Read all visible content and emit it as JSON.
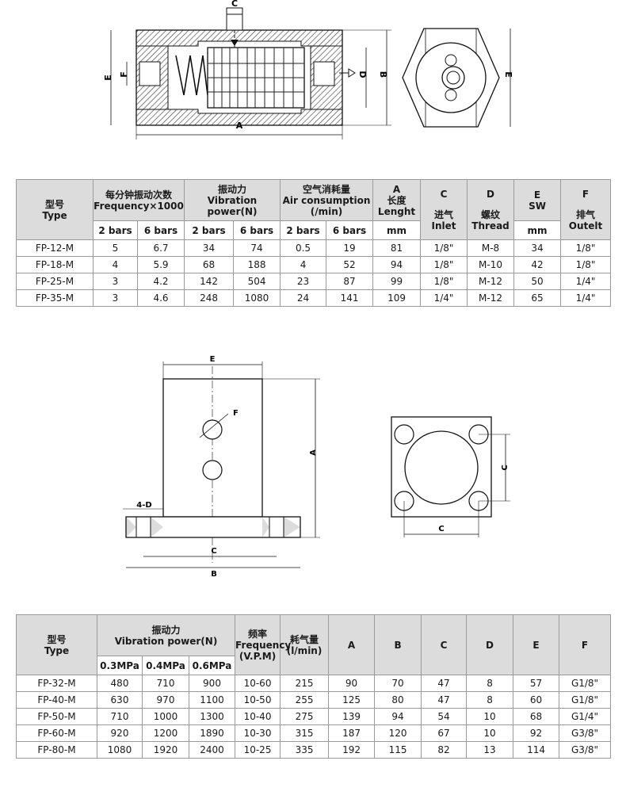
{
  "drawing1": {
    "labels": {
      "A": "A",
      "B": "B",
      "C": "C",
      "D": "D",
      "E": "E",
      "E2": "E",
      "F": "F"
    }
  },
  "table1": {
    "headers": {
      "type_cn": "型号",
      "type_en": "Type",
      "freq_cn": "每分钟振动次数",
      "freq_en": "Frequency×1000",
      "power_cn": "振动力",
      "power_en": "Vibration power(N)",
      "air_cn": "空气消耗量",
      "air_en": "Air consumption",
      "air_unit": "(/min)",
      "a_top": "A",
      "a_cn": "长度",
      "a_en": "Lenght",
      "a_unit": "mm",
      "c_top": "C",
      "c_cn": "进气",
      "c_en": "Inlet",
      "d_top": "D",
      "d_cn": "螺纹",
      "d_en": "Thread",
      "e_top": "E",
      "e_sw": "SW",
      "e_unit": "mm",
      "f_top": "F",
      "f_cn": "排气",
      "f_en": "Outelt",
      "bars2": "2 bars",
      "bars6": "6 bars"
    },
    "rows": [
      [
        "FP-12-M",
        "5",
        "6.7",
        "34",
        "74",
        "0.5",
        "19",
        "81",
        "1/8\"",
        "M-8",
        "34",
        "1/8\""
      ],
      [
        "FP-18-M",
        "4",
        "5.9",
        "68",
        "188",
        "4",
        "52",
        "94",
        "1/8\"",
        "M-10",
        "42",
        "1/8\""
      ],
      [
        "FP-25-M",
        "3",
        "4.2",
        "142",
        "504",
        "23",
        "87",
        "99",
        "1/8\"",
        "M-12",
        "50",
        "1/4\""
      ],
      [
        "FP-35-M",
        "3",
        "4.6",
        "248",
        "1080",
        "24",
        "141",
        "109",
        "1/4\"",
        "M-12",
        "65",
        "1/4\""
      ]
    ]
  },
  "drawing2": {
    "labels": {
      "E": "E",
      "F": "F",
      "A": "A",
      "D4": "4-D",
      "C": "C",
      "B": "B",
      "C2": "C",
      "C3": "C"
    }
  },
  "table2": {
    "headers": {
      "type_cn": "型号",
      "type_en": "Type",
      "power_cn": "振动力",
      "power_en": "Vibration power(N)",
      "freq_cn": "频率",
      "freq_en": "Frequency",
      "freq_unit": "(V.P.M)",
      "air_cn": "耗气量",
      "air_unit": "(l/min)",
      "a": "A",
      "b": "B",
      "c": "C",
      "d": "D",
      "e": "E",
      "f": "F",
      "p03": "0.3MPa",
      "p04": "0.4MPa",
      "p06": "0.6MPa"
    },
    "rows": [
      [
        "FP-32-M",
        "480",
        "710",
        "900",
        "10-60",
        "215",
        "90",
        "70",
        "47",
        "8",
        "57",
        "G1/8\""
      ],
      [
        "FP-40-M",
        "630",
        "970",
        "1100",
        "10-50",
        "255",
        "125",
        "80",
        "47",
        "8",
        "60",
        "G1/8\""
      ],
      [
        "FP-50-M",
        "710",
        "1000",
        "1300",
        "10-40",
        "275",
        "139",
        "94",
        "54",
        "10",
        "68",
        "G1/4\""
      ],
      [
        "FP-60-M",
        "920",
        "1200",
        "1890",
        "10-30",
        "315",
        "187",
        "120",
        "67",
        "10",
        "92",
        "G3/8\""
      ],
      [
        "FP-80-M",
        "1080",
        "1920",
        "2400",
        "10-25",
        "335",
        "192",
        "115",
        "82",
        "13",
        "114",
        "G3/8\""
      ]
    ]
  }
}
